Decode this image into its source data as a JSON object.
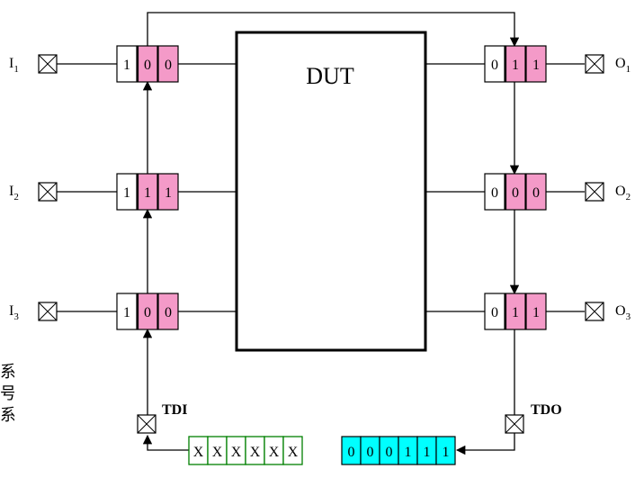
{
  "dut_label": "DUT",
  "tdi_label": "TDI",
  "tdo_label": "TDO",
  "colors": {
    "pink": "#f49ac8",
    "cyan": "#00ffff",
    "green_border": "#008000",
    "line": "#000000"
  },
  "inputs": [
    {
      "label": "I",
      "sub": "1",
      "cells": [
        "1",
        "0",
        "0"
      ]
    },
    {
      "label": "I",
      "sub": "2",
      "cells": [
        "1",
        "1",
        "1"
      ]
    },
    {
      "label": "I",
      "sub": "3",
      "cells": [
        "1",
        "0",
        "0"
      ]
    }
  ],
  "outputs": [
    {
      "label": "O",
      "sub": "1",
      "cells": [
        "0",
        "1",
        "1"
      ]
    },
    {
      "label": "O",
      "sub": "2",
      "cells": [
        "0",
        "0",
        "0"
      ]
    },
    {
      "label": "O",
      "sub": "3",
      "cells": [
        "0",
        "1",
        "1"
      ]
    }
  ],
  "tdi_stream": [
    "X",
    "X",
    "X",
    "X",
    "X",
    "X"
  ],
  "tdo_stream": [
    "0",
    "0",
    "0",
    "1",
    "1",
    "1"
  ],
  "side_text": [
    "系",
    "号,",
    "系"
  ]
}
